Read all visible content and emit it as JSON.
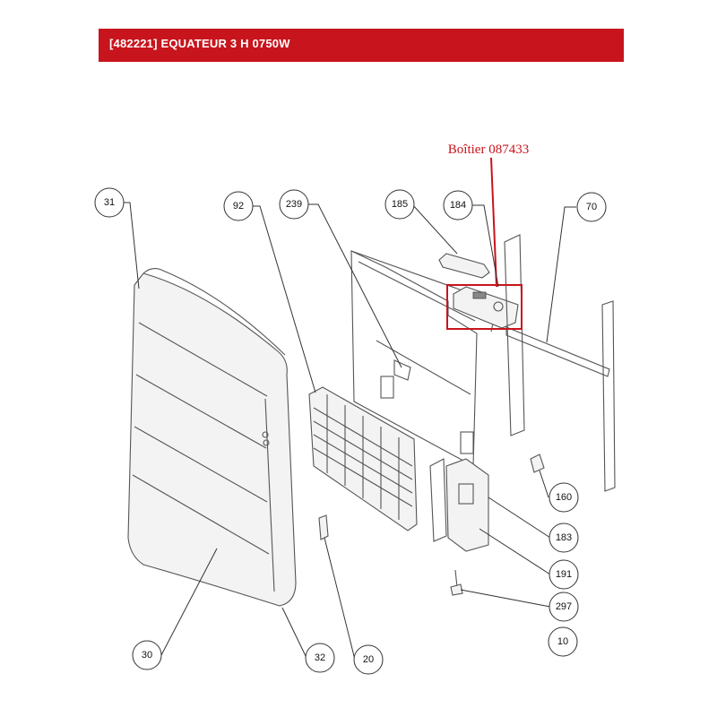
{
  "header": {
    "title": "[482221] EQUATEUR 3 H 0750W",
    "bg_color": "#c8141c",
    "text_color": "#ffffff"
  },
  "callout": {
    "text": "Boîtier 087433",
    "color": "#c8141c"
  },
  "part_labels": {
    "p31": "31",
    "p92": "92",
    "p239": "239",
    "p185": "185",
    "p184": "184",
    "p70": "70",
    "p160": "160",
    "p183": "183",
    "p191": "191",
    "p297": "297",
    "p10": "10",
    "p30": "30",
    "p32": "32",
    "p20": "20"
  }
}
